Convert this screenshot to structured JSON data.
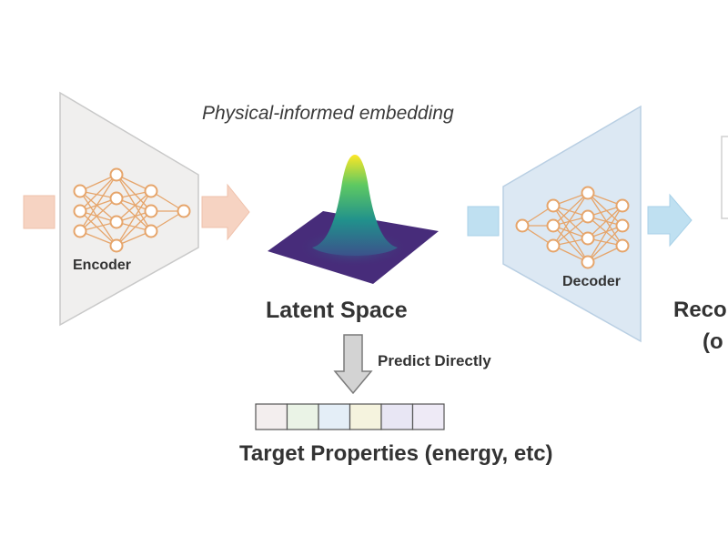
{
  "diagram": {
    "caption": "Physical-informed embedding",
    "encoder_label": "Encoder",
    "decoder_label": "Decoder",
    "latent_label": "Latent Space",
    "predict_label": "Predict Directly",
    "target_label": "Target Properties (energy, etc)",
    "output_label_partial": "Reco",
    "output_sublabel_partial": "(o"
  },
  "colors": {
    "encoder_fill": "#f0efee",
    "encoder_stroke": "#c9c9c9",
    "decoder_fill": "#dce8f3",
    "decoder_stroke": "#b9cfe3",
    "net_orange": "#e6a56b",
    "input_arrow": "#f6d3c2",
    "output_arrow": "#bfe0f1",
    "latent_base": "#472c7a",
    "predict_arrow": "#d3d3d3",
    "target_cells": [
      "#f3eeee",
      "#eaf3e6",
      "#e4eef7",
      "#f5f3de",
      "#e8e6f4",
      "#eeeaf6"
    ]
  }
}
